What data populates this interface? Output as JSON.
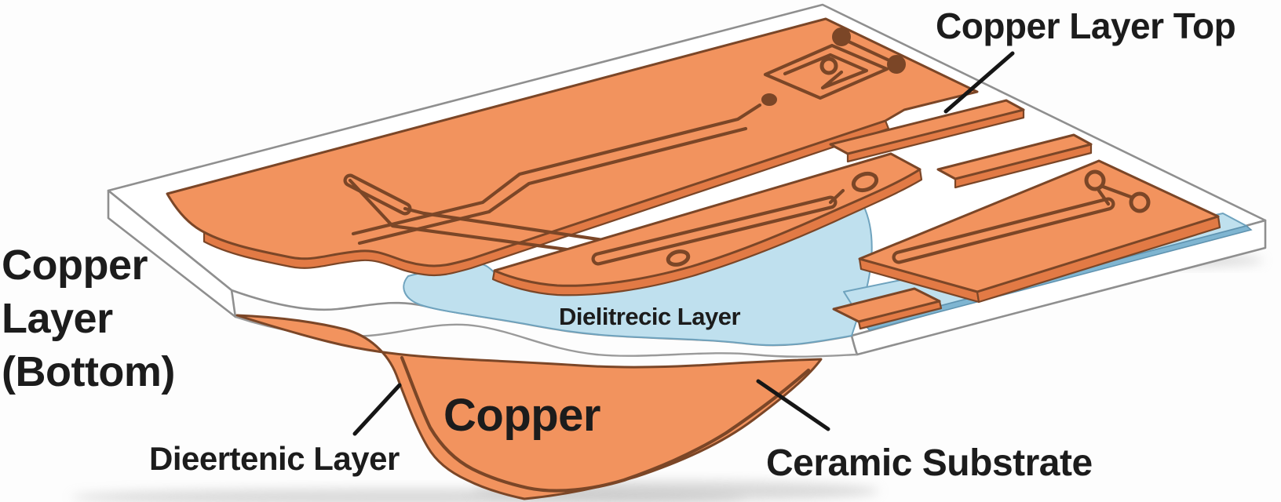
{
  "diagram": {
    "title": "PCB layer structure diagram",
    "labels": {
      "copper_layer_top": "Copper Layer Top",
      "copper_layer_bottom": "Copper\nLayer\n(Bottom)",
      "dielectric_mid": "Dielitrecic Layer",
      "copper_bottom_sheet": "Copper",
      "dielectric_bottom_left": "Dieertenic Layer",
      "ceramic_substrate": "Ceramic Substrate"
    },
    "colors": {
      "copper": "#F2935E",
      "copper_side": "#E27A45",
      "copper_outline": "#7B4627",
      "dielectric_blue": "#BFE0EE",
      "dielectric_edge": "#7FB5D1",
      "substrate_white": "#FFFFFF",
      "board_outline": "#8F8F8F",
      "label_text": "#1C1C1C",
      "background": "#FDFDFD"
    }
  }
}
